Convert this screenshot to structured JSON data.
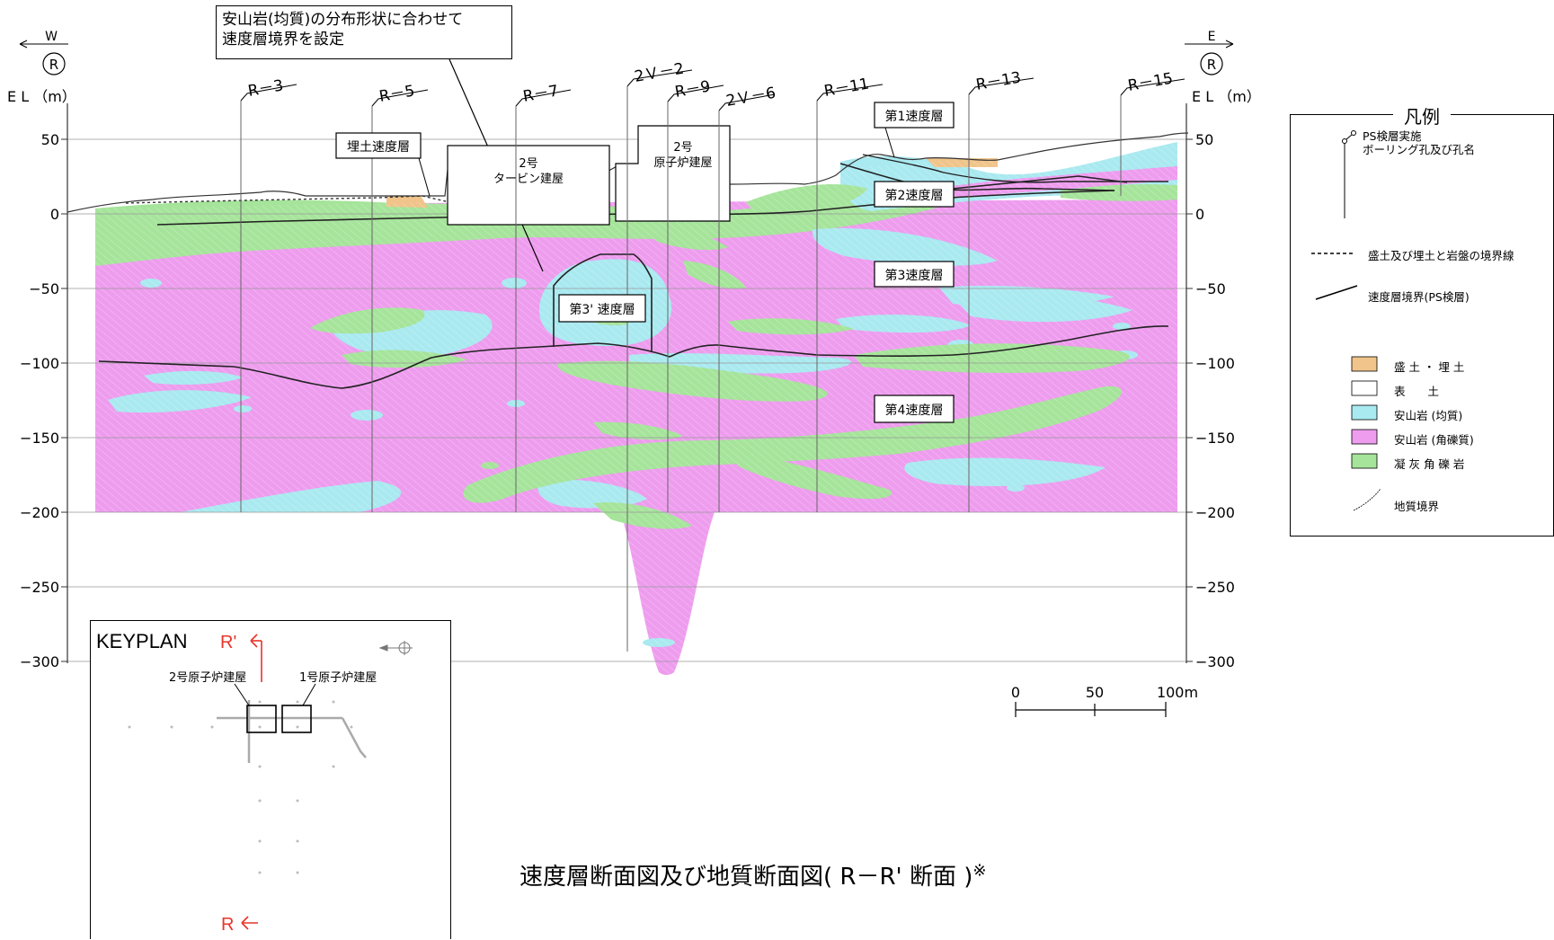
{
  "title": "速度層断面図及び地質断面図( R－R' 断面 )",
  "title_mark": "※",
  "direction": {
    "west": "W",
    "east": "E",
    "circle_label": "R"
  },
  "axis": {
    "label": "E L （m）",
    "ticks": [
      "50",
      "0",
      "−50",
      "−100",
      "−150",
      "−200",
      "−250",
      "−300"
    ]
  },
  "boreholes": [
    "R－3",
    "R－5",
    "R－7",
    "2Ｖ－2",
    "R－9",
    "2Ｖ－6",
    "R－11",
    "R－13",
    "R－15"
  ],
  "buildings": {
    "turbine_line1": "2号",
    "turbine_line2": "タービン建屋",
    "reactor_line1": "2号",
    "reactor_line2": "原子炉建屋"
  },
  "layer_labels": {
    "fill_layer": "埋土速度層",
    "layer1": "第1速度層",
    "layer2": "第2速度層",
    "layer3": "第3速度層",
    "layer3p": "第3' 速度層",
    "layer4": "第4速度層"
  },
  "note": {
    "line1": "安山岩(均質)の分布形状に合わせて",
    "line2": "速度層境界を設定"
  },
  "scale": {
    "t0": "0",
    "t50": "50",
    "t100": "100m"
  },
  "legend": {
    "title": "凡例",
    "ps_line1": "PS検層実施",
    "ps_line2": "ボーリング孔及び孔名",
    "dashed": "盛土及び埋土と岩盤の境界線",
    "solid": "速度層境界(PS検層)",
    "items": [
      {
        "label": "盛 土 ・ 埋 土",
        "color": "#f0c48a"
      },
      {
        "label": "表　　土",
        "color": "#ffffff"
      },
      {
        "label": "安山岩 (均質)",
        "color": "#a9e9f0"
      },
      {
        "label": "安山岩 (角礫質)",
        "color": "#ee9cee"
      },
      {
        "label": "凝 灰 角 礫 岩",
        "color": "#a5e49a"
      }
    ],
    "geo_boundary": "地質境界"
  },
  "keyplan": {
    "title": "KEYPLAN",
    "r_prime": "R'",
    "r": "R",
    "unit2": "2号原子炉建屋",
    "unit1": "1号原子炉建屋"
  },
  "colors": {
    "magenta": "#ee9cee",
    "cyan": "#a9e9f0",
    "green": "#a5e49a",
    "fill": "#f0c48a",
    "red": "#e8342a"
  }
}
